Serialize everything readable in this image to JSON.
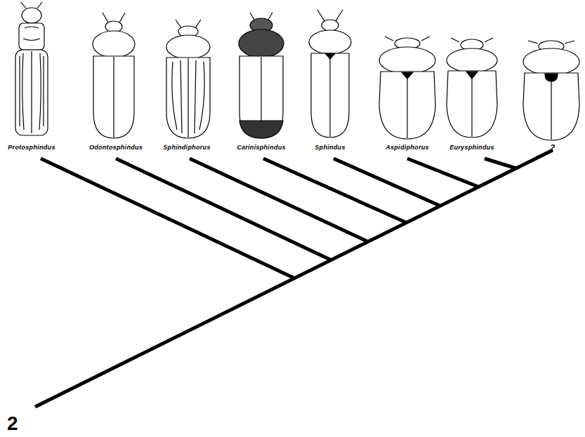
{
  "diagram": {
    "labels": [
      "Protosphindus",
      "Odontosphindus",
      "Sphindiphorus",
      "Carinisphindus",
      "Sphindus",
      "Aspidiphorus",
      "Eurysphindus",
      "?",
      "2"
    ]
  }
}
